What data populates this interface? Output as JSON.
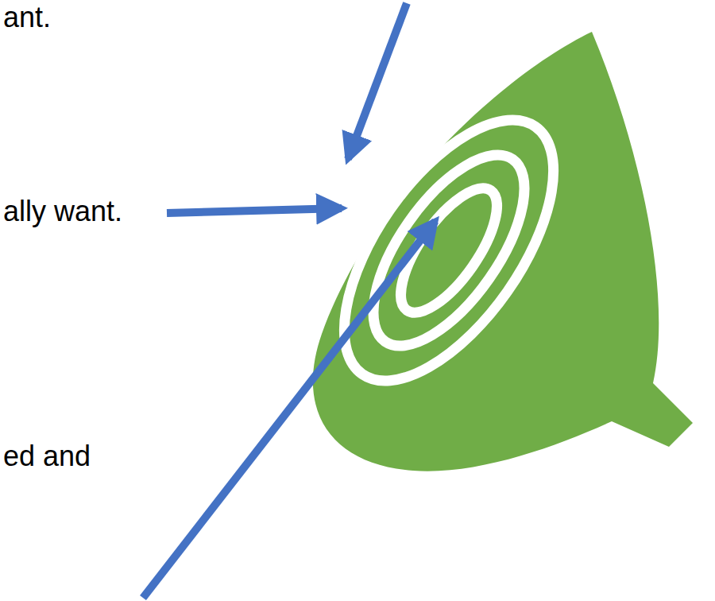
{
  "diagram": {
    "labels": [
      "ant.",
      "ally want.",
      "ed and"
    ]
  }
}
